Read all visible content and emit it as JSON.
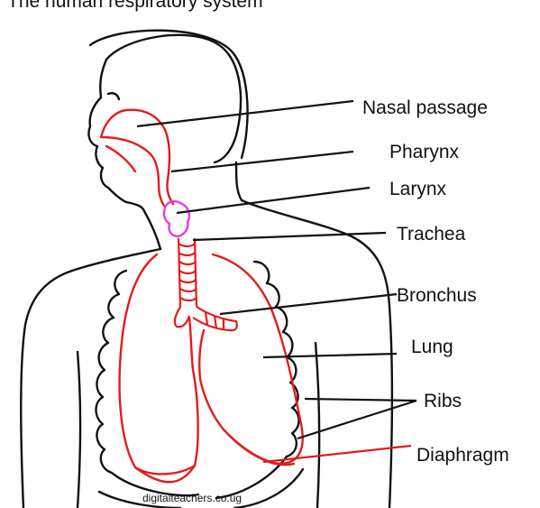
{
  "title": "The human respiratory system",
  "labels": {
    "nasal_passage": "Nasal passage",
    "pharynx": "Pharynx",
    "larynx": "Larynx",
    "trachea": "Trachea",
    "bronchus": "Bronchus",
    "lung": "Lung",
    "ribs": "Ribs",
    "diaphragm": "Diaphragm"
  },
  "watermark": "digitalteachers.co.ug",
  "colors": {
    "outline": "#111111",
    "airway": "#e41b1b",
    "larynx": "#e040e0",
    "diaphragm_label": "#000000",
    "watermark": "#e41b1b"
  }
}
